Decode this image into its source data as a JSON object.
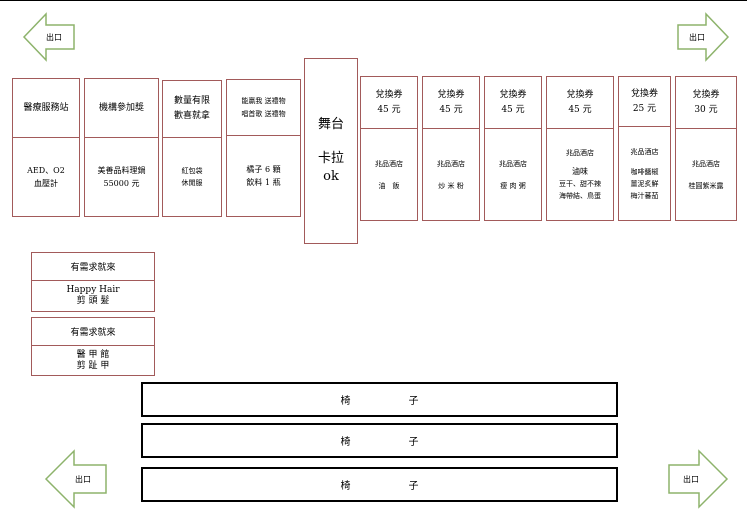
{
  "exits": {
    "label": "出口"
  },
  "booths": [
    {
      "title": "醫療服務站",
      "body": [
        "AED、O2",
        "血壓計"
      ]
    },
    {
      "title": "機構參加獎",
      "body": [
        "美善品料理鍋",
        "55000 元"
      ]
    },
    {
      "title": [
        "數量有限",
        "歡喜就拿"
      ],
      "body": [
        "紅包袋",
        "休閒服"
      ]
    },
    {
      "title": [
        "能贏我 送禮物",
        "唱首歌 送禮物"
      ],
      "body": [
        "橘子 6 顆",
        "飲料 1 瓶"
      ]
    }
  ],
  "stage": {
    "title": "舞台",
    "sub1": "卡拉",
    "sub2": "ok"
  },
  "coupons": [
    {
      "title": "兌換券",
      "amount": "45 元",
      "shop": "兆品酒店",
      "item": [
        "油　飯"
      ]
    },
    {
      "title": "兌換券",
      "amount": "45 元",
      "shop": "兆品酒店",
      "item": [
        "炒 米 粉"
      ]
    },
    {
      "title": "兌換券",
      "amount": "45 元",
      "shop": "兆品酒店",
      "item": [
        "瘦 肉 粥"
      ]
    },
    {
      "title": "兌換券",
      "amount": "45 元",
      "shop": "兆品酒店",
      "item": [
        "滷味",
        "豆干、甜不辣",
        "海帶結、鳥蛋"
      ]
    },
    {
      "title": "兌換券",
      "amount": "25 元",
      "shop": "兆品酒店",
      "item": [
        "咖啡醬椒",
        "薑泥炙鮮",
        "梅汁蕃茄"
      ]
    },
    {
      "title": "兌換券",
      "amount": "30 元",
      "shop": "兆品酒店",
      "item": [
        "桂圓紫米露"
      ]
    }
  ],
  "side": [
    {
      "head": "有需求就來",
      "body": [
        "Happy Hair",
        "剪 頭 髮"
      ]
    },
    {
      "head": "有需求就來",
      "body": [
        "醫 甲 館",
        "剪 趾 甲"
      ]
    }
  ],
  "chairs": {
    "label1": "椅",
    "label2": "子"
  }
}
